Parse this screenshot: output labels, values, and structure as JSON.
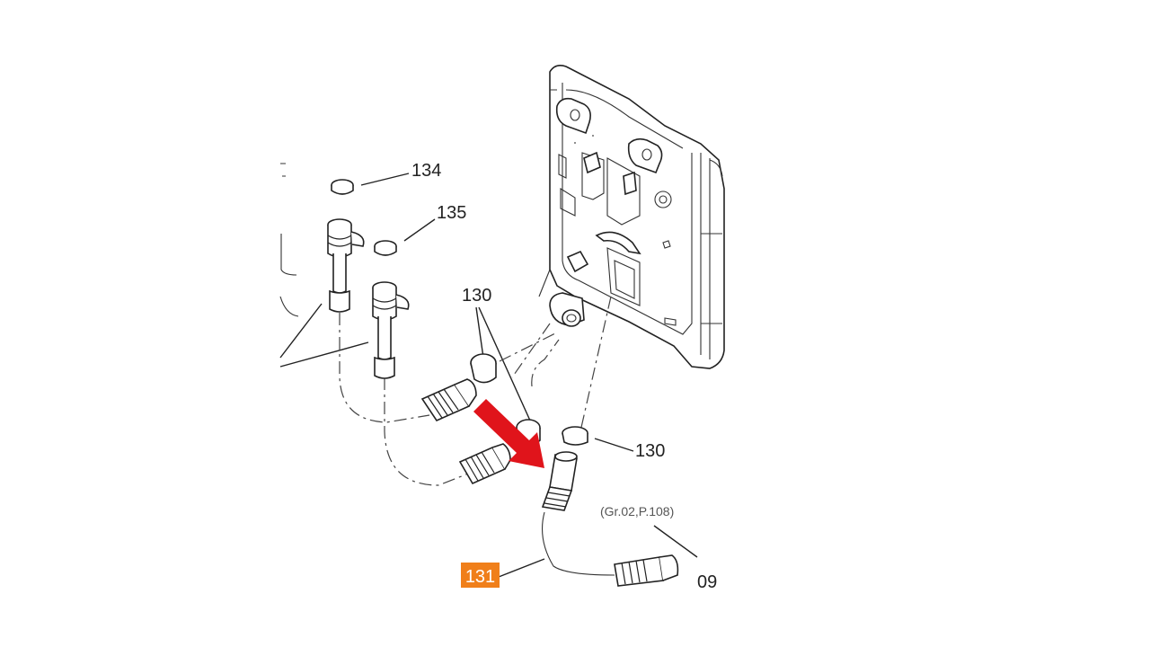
{
  "callouts": {
    "c134": "134",
    "c135": "135",
    "c130_top": "130",
    "c130_right": "130",
    "c131": "131",
    "ref": "(Gr.02,P.108)",
    "corner": "09"
  },
  "colors": {
    "highlight": "#F07F1A",
    "arrow": "#E0141B",
    "line": "#222222",
    "background": "#FFFFFF"
  }
}
